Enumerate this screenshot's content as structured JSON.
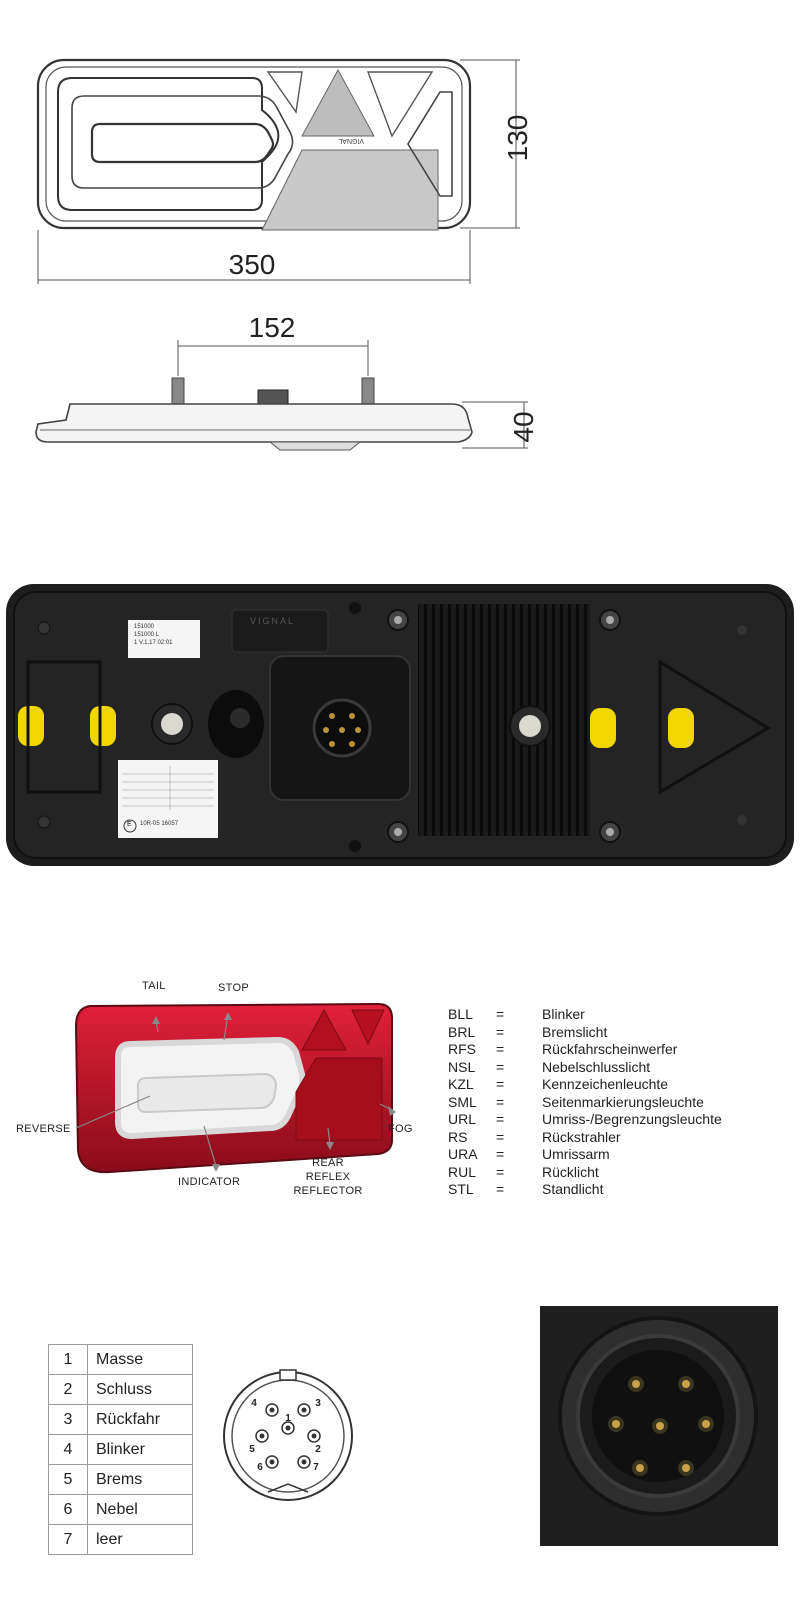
{
  "drawing": {
    "width_label": "350",
    "height_label": "130",
    "side_spacing_label": "152",
    "depth_label": "40",
    "brand_mark": "VIGNAL"
  },
  "back_photo": {
    "brand_mark": "VIGNAL",
    "sticker_ref_lines": [
      "151000",
      "151000 L"
    ],
    "sticker_date": "1  V.1.17  02:01",
    "approval_text": "10R-05 16057",
    "approval_symbol": "E"
  },
  "callouts": {
    "tail": "TAIL",
    "stop": "STOP",
    "reverse": "REVERSE",
    "fog": "FOG",
    "indicator": "INDICATOR",
    "reflex": [
      "REAR",
      "REFLEX",
      "REFLECTOR"
    ]
  },
  "legend": [
    {
      "abbr": "BLL",
      "eq": "=",
      "desc": "Blinker"
    },
    {
      "abbr": "BRL",
      "eq": "=",
      "desc": "Bremslicht"
    },
    {
      "abbr": "RFS",
      "eq": "=",
      "desc": "Rückfahrscheinwerfer"
    },
    {
      "abbr": "NSL",
      "eq": "=",
      "desc": "Nebelschlusslicht"
    },
    {
      "abbr": "KZL",
      "eq": "=",
      "desc": "Kennzeichenleuchte"
    },
    {
      "abbr": "SML",
      "eq": "=",
      "desc": "Seitenmarkierungsleuchte"
    },
    {
      "abbr": "URL",
      "eq": "=",
      "desc": "Umriss-/Begrenzungsleuchte"
    },
    {
      "abbr": "RS",
      "eq": "=",
      "desc": "Rückstrahler"
    },
    {
      "abbr": "URA",
      "eq": "=",
      "desc": "Umrissarm"
    },
    {
      "abbr": "RUL",
      "eq": "=",
      "desc": "Rücklicht"
    },
    {
      "abbr": "STL",
      "eq": "=",
      "desc": "Standlicht"
    }
  ],
  "pins": [
    {
      "num": "1",
      "name": "Masse"
    },
    {
      "num": "2",
      "name": "Schluss"
    },
    {
      "num": "3",
      "name": "Rückfahr"
    },
    {
      "num": "4",
      "name": "Blinker"
    },
    {
      "num": "5",
      "name": "Brems"
    },
    {
      "num": "6",
      "name": "Nebel"
    },
    {
      "num": "7",
      "name": "leer"
    }
  ],
  "connector_diagram": {
    "pin_labels": [
      "1",
      "2",
      "3",
      "4",
      "5",
      "6",
      "7"
    ]
  },
  "colors": {
    "lamp_red": "#c8102e",
    "lamp_dark_red": "#7a0a16",
    "housing_black": "#1c1c1c",
    "gasket_yellow": "#f2d600"
  }
}
